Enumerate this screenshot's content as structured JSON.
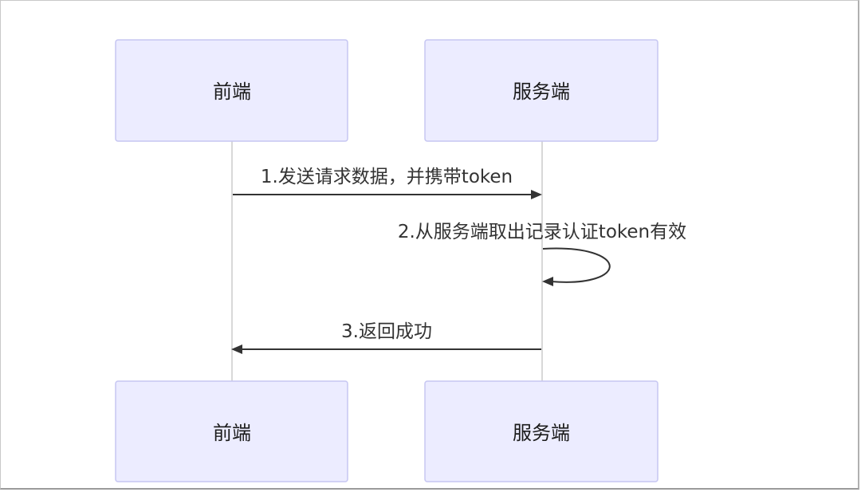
{
  "participants": {
    "frontend": "前端",
    "server": "服务端"
  },
  "messages": {
    "m1": "1.发送请求数据，并携带token",
    "m2": "2.从服务端取出记录认证token有效",
    "m3": "3.返回成功"
  }
}
